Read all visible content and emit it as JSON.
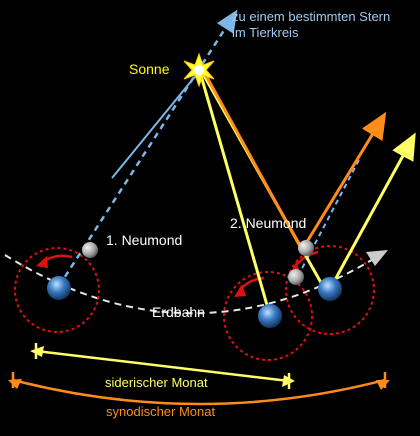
{
  "labels": {
    "star_line1": "zu einem bestimmten Stern",
    "star_line2": "im Tierkreis",
    "sun": "Sonne",
    "new_moon_1": "1. Neumond",
    "new_moon_2": "2. Neumond",
    "orbit": "Erdbahn",
    "sidereal_month": "siderischer Monat",
    "synodic_month": "synodischer Monat"
  },
  "colors": {
    "background": "#000000",
    "star_line": "#7eb6e8",
    "sun": "#ffff33",
    "sun_label": "#ffff00",
    "yellow_line": "#ffff66",
    "orange_line": "#ff8c1a",
    "moon_orbit": "#dd1111",
    "earth_orbit": "#ffffff",
    "white_label": "#ffffff"
  },
  "icons": {
    "sun": "sun-icon",
    "earth": "earth-icon",
    "moon": "moon-icon"
  }
}
